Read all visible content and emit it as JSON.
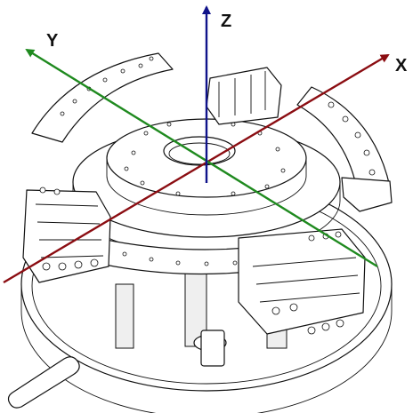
{
  "axes": {
    "x": {
      "label": "X",
      "color": "#8b0d12"
    },
    "y": {
      "label": "Y",
      "color": "#1f8a1f"
    },
    "z": {
      "label": "Z",
      "color": "#10138a"
    }
  },
  "icons": [
    "fixture-drawing",
    "x-axis-arrow",
    "y-axis-arrow",
    "z-axis-arrow"
  ]
}
